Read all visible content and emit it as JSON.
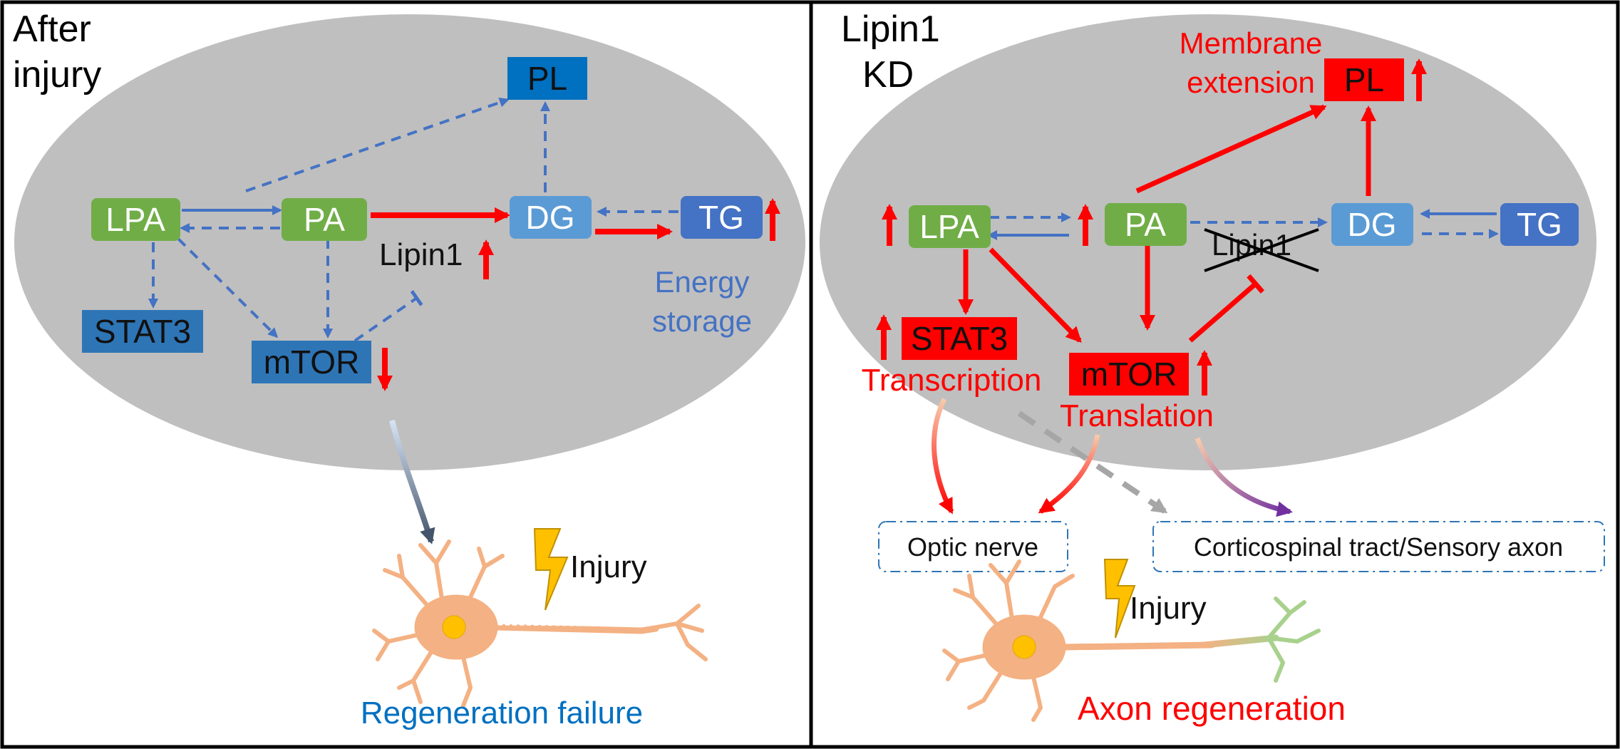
{
  "left_panel": {
    "title_line1": "After",
    "title_line2": "injury",
    "nodes": {
      "pl": "PL",
      "lpa": "LPA",
      "pa": "PA",
      "dg": "DG",
      "tg": "TG",
      "stat3": "STAT3",
      "mtor": "mTOR"
    },
    "lipin1_label": "Lipin1",
    "energy_line1": "Energy",
    "energy_line2": "storage",
    "injury_label": "Injury",
    "outcome": "Regeneration failure"
  },
  "right_panel": {
    "title_line1": "Lipin1",
    "title_line2": "KD",
    "membrane_line1": "Membrane",
    "membrane_line2": "extension",
    "nodes": {
      "pl": "PL",
      "lpa": "LPA",
      "pa": "PA",
      "dg": "DG",
      "tg": "TG",
      "stat3": "STAT3",
      "mtor": "mTOR"
    },
    "lipin1_label": "Lipin1",
    "transcription": "Transcription",
    "translation": "Translation",
    "optic_nerve": "Optic nerve",
    "corticospinal": "Corticospinal tract/Sensory axon",
    "injury_label": "Injury",
    "outcome": "Axon regeneration"
  },
  "colors": {
    "green_node": "#70AD47",
    "light_blue_node": "#5B9BD5",
    "mid_blue_node": "#4472C4",
    "dark_blue_node": "#2E75B6",
    "highlight_red": "#FF0000",
    "dashed_blue": "#4472C4",
    "cell_gray": "#BFBFBF",
    "neuron_orange": "#F4B183"
  }
}
